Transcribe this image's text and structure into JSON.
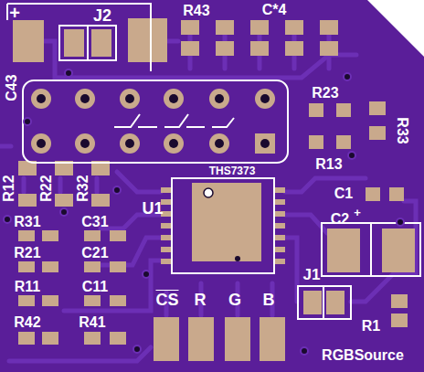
{
  "diagram": {
    "labels": [
      "+",
      "J2",
      "R43",
      "C*4",
      "C43",
      "R23",
      "R33",
      "R13",
      "THS7373",
      "U1",
      "R12",
      "R22",
      "R32",
      "C1",
      "C2",
      "+",
      "R31",
      "C31",
      "R21",
      "C21",
      "R11",
      "C11",
      "R42",
      "R41",
      "CS",
      "R",
      "G",
      "B",
      "J1",
      "R1",
      "RGBSource"
    ]
  }
}
